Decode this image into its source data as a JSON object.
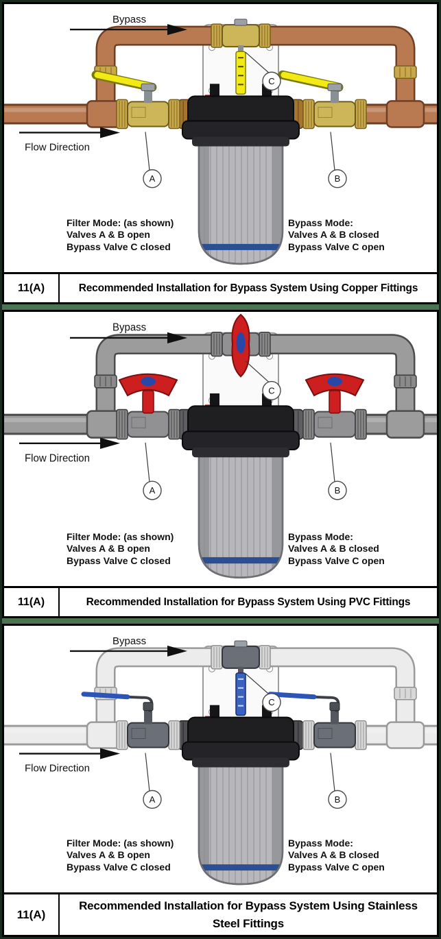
{
  "page": {
    "background": "#4b7452",
    "frame_border": "#1a2c1f",
    "panel_border": "#000000",
    "panel_background": "#ffffff"
  },
  "panels": [
    {
      "id": "copper",
      "figure_number": "11(A)",
      "caption_line1": "Recommended Installation for Bypass System Using Copper Fittings",
      "caption_line2": "",
      "labels": {
        "bypass": "Bypass",
        "flow_direction": "Flow Direction",
        "valve_a": "A",
        "valve_b": "B",
        "valve_c": "C"
      },
      "filter_mode": {
        "line1": "Filter Mode: (as shown)",
        "line2": "Valves A & B open",
        "line3": "Bypass Valve C closed"
      },
      "bypass_mode": {
        "line1": "Bypass Mode:",
        "line2": "Valves A & B closed",
        "line3": "Bypass Valve C open"
      },
      "style": {
        "pipe": "#b97a52",
        "pipe_dark": "#6f3f24",
        "fitting": "#c9a84c",
        "fitting_dark": "#77601a",
        "union": "#a5742f",
        "union_dark": "#5e3f14",
        "valve": "#cdb559",
        "valve_dark": "#6d5d18",
        "stem": "#8a8f96",
        "handle": "#f2ea12",
        "handle_dark": "#7c7a06",
        "handle_style": "lever",
        "tag": "#f2ea12",
        "tag_dark": "#7c7a06",
        "tag_mark": "#4a4708",
        "handle_accent": "#2a47a8"
      }
    },
    {
      "id": "pvc",
      "figure_number": "11(A)",
      "caption_line1": "Recommended Installation for Bypass System Using PVC Fittings",
      "caption_line2": "",
      "labels": {
        "bypass": "Bypass",
        "flow_direction": "Flow Direction",
        "valve_a": "A",
        "valve_b": "B",
        "valve_c": "C"
      },
      "filter_mode": {
        "line1": "Filter Mode: (as shown)",
        "line2": "Valves A & B open",
        "line3": "Bypass Valve C closed"
      },
      "bypass_mode": {
        "line1": "Bypass Mode:",
        "line2": "Valves A & B closed",
        "line3": "Bypass Valve C open"
      },
      "style": {
        "pipe": "#9c9c9c",
        "pipe_dark": "#4c4c4c",
        "fitting": "#8a8a8a",
        "fitting_dark": "#3e3e3e",
        "union": "#5f5f63",
        "union_dark": "#2b2b2e",
        "valve": "#919194",
        "valve_dark": "#4a4a4e",
        "stem": "#6f6f73",
        "handle": "#cd1f1f",
        "handle_dark": "#7e0d0d",
        "handle_style": "butterfly",
        "tag": "#cd1f1f",
        "tag_dark": "#7e0d0d",
        "tag_mark": "#ffffff",
        "handle_accent": "#2a47a8"
      }
    },
    {
      "id": "stainless-steel",
      "figure_number": "11(A)",
      "caption_line1": "Recommended Installation for Bypass System Using Stainless",
      "caption_line2": "Steel Fittings",
      "labels": {
        "bypass": "Bypass",
        "flow_direction": "Flow Direction",
        "valve_a": "A",
        "valve_b": "B",
        "valve_c": "C"
      },
      "filter_mode": {
        "line1": "Filter Mode: (as shown)",
        "line2": "Valves A & B open",
        "line3": "Bypass Valve C closed"
      },
      "bypass_mode": {
        "line1": "Bypass Mode:",
        "line2": "Valves A & B closed",
        "line3": "Bypass Valve C open"
      },
      "style": {
        "pipe": "#ececec",
        "pipe_dark": "#9a9a9a",
        "fitting": "#d8d8d8",
        "fitting_dark": "#8f8f8f",
        "union": "#4e4e53",
        "union_dark": "#232327",
        "valve": "#6b6f77",
        "valve_dark": "#33353b",
        "stem": "#54575d",
        "handle": "#2d55b8",
        "handle_dark": "#16306e",
        "handle_style": "lever-dark",
        "tag": "#3a62c4",
        "tag_dark": "#17306b",
        "tag_mark": "#cfe0ff",
        "handle_accent": "#2a47a8"
      }
    }
  ]
}
